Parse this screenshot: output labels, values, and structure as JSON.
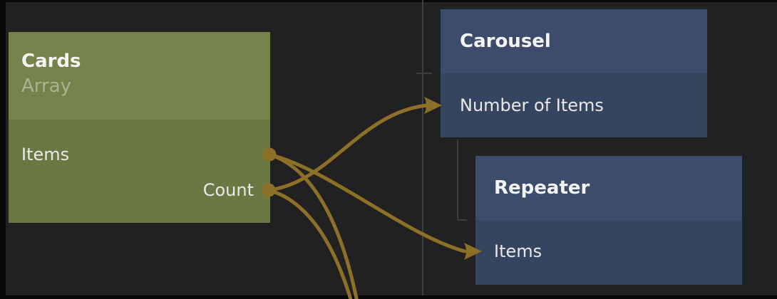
{
  "editor": {
    "type": "node-graph-canvas",
    "background_color": "#212121",
    "frame_color": "#060606",
    "hierarchy_line_color": "#3f3f3f",
    "connection_color": "#8d7027"
  },
  "nodes": {
    "cards": {
      "title": "Cards",
      "subtitle": "Array",
      "header_color": "#758249",
      "body_color": "#6b7843",
      "ports": {
        "items": "Items",
        "count": "Count"
      }
    },
    "carousel": {
      "title": "Carousel",
      "header_color": "#3d4c6a",
      "body_color": "#36455f",
      "ports": {
        "number_of_items": "Number of Items"
      }
    },
    "repeater": {
      "title": "Repeater",
      "header_color": "#3d4c6a",
      "body_color": "#36455f",
      "ports": {
        "items": "Items"
      }
    }
  },
  "connections": [
    {
      "from": "Cards.Count",
      "to": "Carousel.Number of Items"
    },
    {
      "from": "Cards.Items",
      "to": "Repeater.Items"
    },
    {
      "from": "Cards.Items",
      "to": "offscreen-below"
    },
    {
      "from": "Cards.Count",
      "to": "offscreen-below"
    }
  ]
}
